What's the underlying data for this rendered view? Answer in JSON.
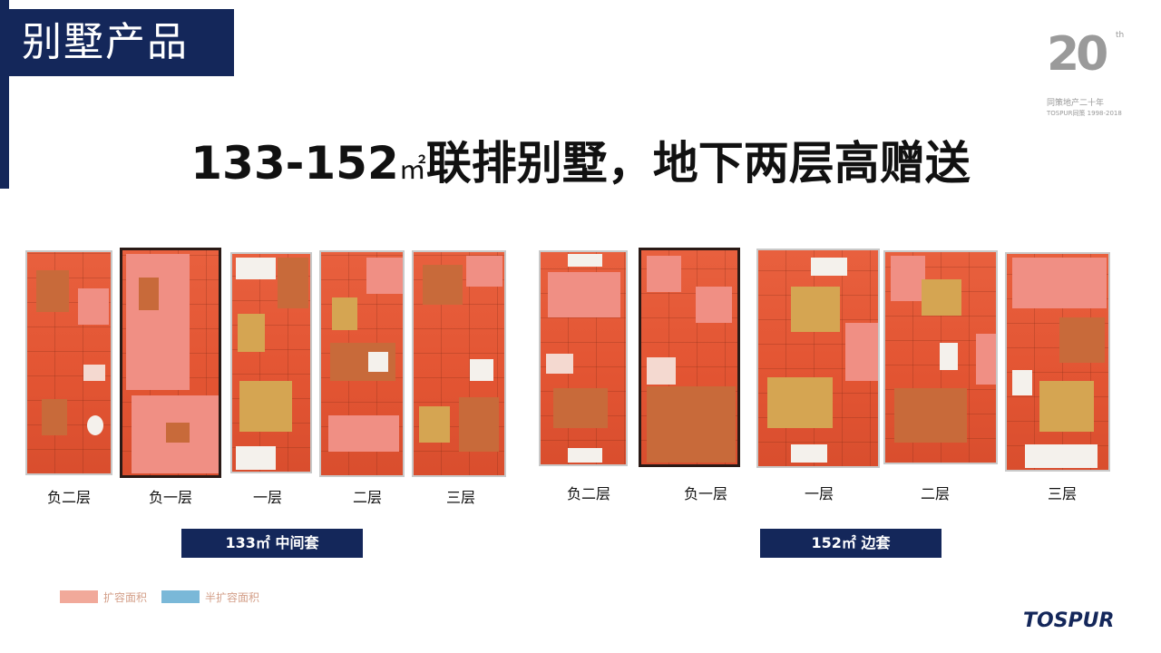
{
  "header": {
    "title": "别墅产品"
  },
  "logo": {
    "number": "20",
    "superscript": "th",
    "subtitle": "同策地产二十年",
    "brand_line": "TOSPUR同策 1998-2018"
  },
  "headline": {
    "area": "133-152",
    "unit": "㎡",
    "text": "联排别墅，地下两层高赠送"
  },
  "group_left": {
    "tag": "133㎡  中间套",
    "floors": [
      "负二层",
      "负一层",
      "一层",
      "二层",
      "三层"
    ]
  },
  "group_right": {
    "tag": "152㎡  边套",
    "floors": [
      "负二层",
      "负一层",
      "一层",
      "二层",
      "三层"
    ]
  },
  "legend": [
    {
      "label": "扩容面积",
      "color": "#f1a99a"
    },
    {
      "label": "半扩容面积",
      "color": "#7ab8d8"
    }
  ],
  "footer": {
    "brand": "TOSPUR"
  }
}
